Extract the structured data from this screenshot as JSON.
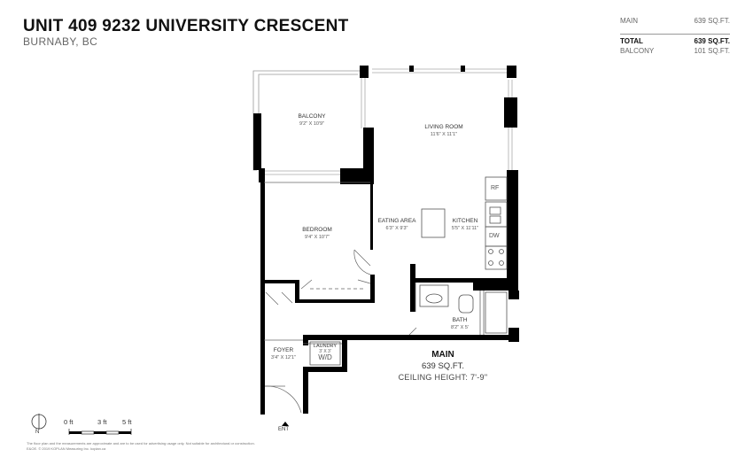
{
  "header": {
    "title": "UNIT 409 9232 UNIVERSITY CRESCENT",
    "subtitle": "BURNABY, BC"
  },
  "areas": {
    "main_label": "MAIN",
    "main_value": "639 SQ.FT.",
    "total_label": "TOTAL",
    "total_value": "639 SQ.FT.",
    "balcony_label": "BALCONY",
    "balcony_value": "101 SQ.FT."
  },
  "rooms": {
    "balcony": {
      "name": "BALCONY",
      "dim": "9'2\" X 10'9\""
    },
    "living": {
      "name": "LIVING ROOM",
      "dim": "11'6\" X 11'1\""
    },
    "bedroom": {
      "name": "BEDROOM",
      "dim": "9'4\" X 10'7\""
    },
    "eating": {
      "name": "EATING AREA",
      "dim": "6'3\" X 9'3\""
    },
    "kitchen": {
      "name": "KITCHEN",
      "dim": "5'5\" X 11'11\""
    },
    "bath": {
      "name": "BATH",
      "dim": "8'2\" X 5'"
    },
    "foyer": {
      "name": "FOYER",
      "dim": "3'4\" X 12'1\""
    },
    "laundry": {
      "name": "LAUNDRY",
      "dim": "3' X 3'",
      "wd": "W/D"
    }
  },
  "appliances": {
    "fridge": "RF",
    "dishwasher": "DW"
  },
  "summary": {
    "level": "MAIN",
    "area": "639 SQ.FT.",
    "ceiling": "CEILING HEIGHT: 7'-9\""
  },
  "entry": "ENT",
  "compass": "N",
  "scale": {
    "t0": "0 ft",
    "t3": "3 ft",
    "t5": "5 ft"
  },
  "disclaimer": {
    "line1": "The floor plan and the measurements are approximate and are to be used for advertising usage only. Not suitable for architectural or construction.",
    "line2": "E&OE. © 2019 KOPLAN Measuring Inc. koplan.ca"
  }
}
